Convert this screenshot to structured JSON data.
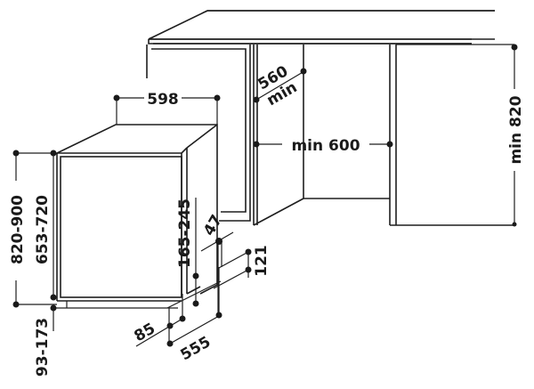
{
  "diagram": {
    "type": "built-in dishwasher installation dimensions",
    "line_color": "#1e1e1e",
    "background": "#ffffff",
    "units": "mm",
    "dimensions": {
      "appliance_width": "598",
      "niche_depth": "560",
      "niche_depth_suffix": "min",
      "niche_width": "min 600",
      "niche_height": "min 820",
      "total_height": "820-900",
      "body_height": "653-720",
      "plinth_height": "93-173",
      "door_panel_height": "165-245",
      "door_offset": "47",
      "foot_height": "121",
      "foot_setback": "85",
      "appliance_depth": "555"
    }
  }
}
